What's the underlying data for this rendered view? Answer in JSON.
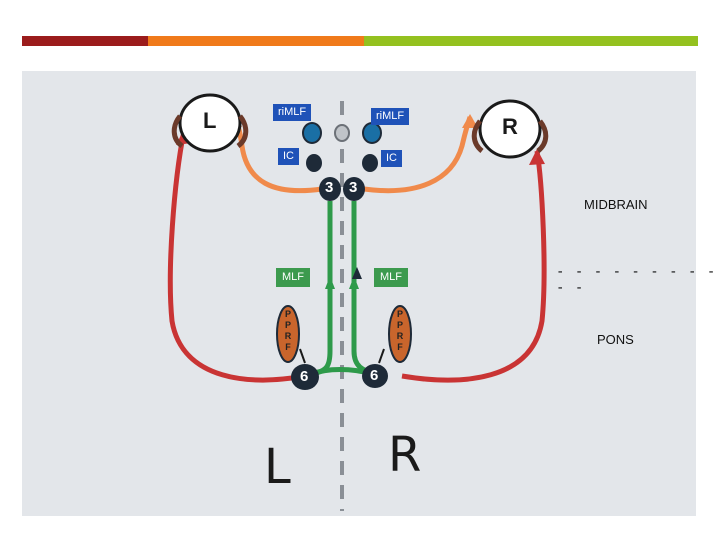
{
  "header_bars": {
    "red": "#9b1c1c",
    "orange": "#f07a1a",
    "green": "#94c11f"
  },
  "labels": {
    "rimlf_left": "riMLF",
    "rimlf_right": "riMLF",
    "ic_left": "IC",
    "ic_right": "IC",
    "mlf_left": "MLF",
    "mlf_right": "MLF",
    "midbrain": "MIDBRAIN",
    "pons": "PONS",
    "divider": "- - - - - - - - - - -"
  },
  "drawing": {
    "eye_left_letter": "L",
    "eye_right_letter": "R",
    "nucleus_3_left": "3",
    "nucleus_3_right": "3",
    "nucleus_6_left": "6",
    "nucleus_6_right": "6",
    "pprf_left": [
      "P",
      "P",
      "R",
      "F"
    ],
    "pprf_right": [
      "P",
      "P",
      "R",
      "F"
    ],
    "side_left": "L",
    "side_right": "R"
  },
  "colors": {
    "red_tract": "#c93434",
    "orange_tract": "#f08a4b",
    "green_tract": "#2e9a4a",
    "pprf_fill": "#c9652c",
    "nucleus_fill": "#1e2a38",
    "rimlf_fill": "#1a6fa5"
  }
}
